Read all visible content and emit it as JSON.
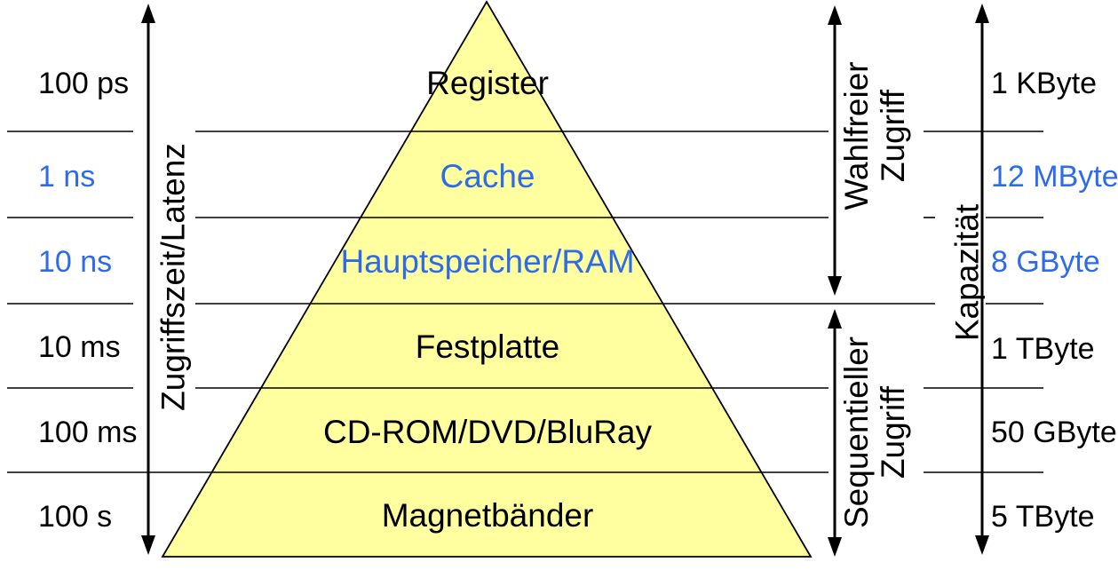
{
  "colors": {
    "background": "#FFFFFF",
    "pyramid_fill": "#FFFFA0",
    "pyramid_stroke": "#000000",
    "line_color": "#000000",
    "highlight_blue": "#2E6BEA",
    "text_black": "#000000"
  },
  "axis_labels": {
    "left_axis": "Zugriffszeit/Latenz",
    "right_axis": "Kapazität",
    "random_access": "Wahlfreier\nZugriff",
    "sequential_access": "Sequentieller\nZugriff"
  },
  "levels": [
    {
      "name": "Register",
      "access_time": "100 ps",
      "capacity": "1 KByte",
      "highlight": false
    },
    {
      "name": "Cache",
      "access_time": "1 ns",
      "capacity": "12 MByte",
      "highlight": true
    },
    {
      "name": "Hauptspeicher/RAM",
      "access_time": "10 ns",
      "capacity": "8 GByte",
      "highlight": true
    },
    {
      "name": "Festplatte",
      "access_time": "10 ms",
      "capacity": "1 TByte",
      "highlight": false
    },
    {
      "name": "CD-ROM/DVD/BluRay",
      "access_time": "100 ms",
      "capacity": "50 GByte",
      "highlight": false
    },
    {
      "name": "Magnetbänder",
      "access_time": "100 s",
      "capacity": "5 TByte",
      "highlight": false
    }
  ]
}
